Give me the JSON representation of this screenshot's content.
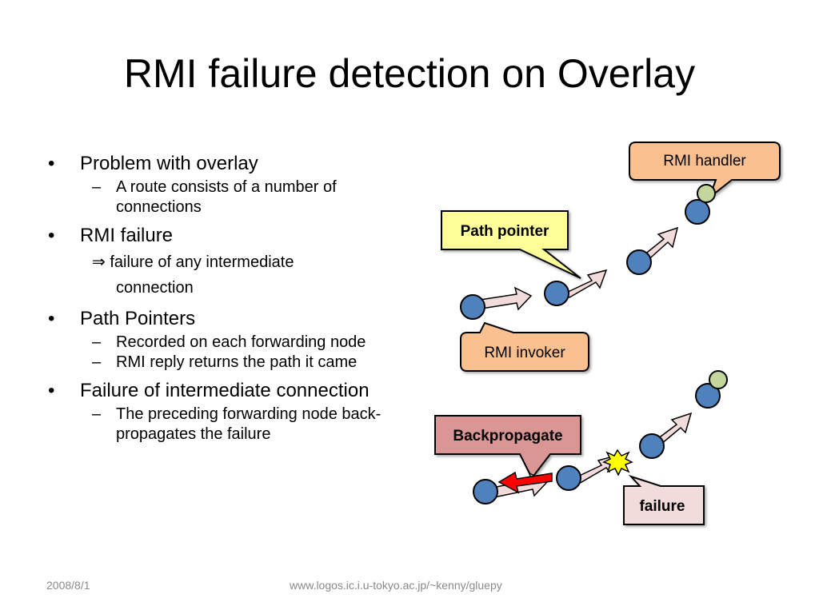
{
  "slide": {
    "title": "RMI failure detection on Overlay",
    "bullets": [
      {
        "text": "Problem with overlay",
        "subs": [
          "A route consists of a number of connections"
        ]
      },
      {
        "text": "RMI failure",
        "implication": {
          "arrow": "⇒",
          "line1": "failure of any intermediate",
          "line2": "connection"
        }
      },
      {
        "text": "Path Pointers",
        "subs": [
          "Recorded on each forwarding node",
          "RMI reply returns the path it came"
        ]
      },
      {
        "text": "Failure of intermediate connection",
        "subs": [
          "The preceding forwarding node back-propagates the failure"
        ]
      }
    ],
    "bullet_symbol": "•",
    "dash_symbol": "–"
  },
  "diagram": {
    "top": {
      "labels": {
        "rmi_handler": "RMI handler",
        "path_pointer": "Path pointer",
        "rmi_invoker": "RMI invoker"
      }
    },
    "bottom": {
      "labels": {
        "backpropagate": "Backpropagate",
        "failure": "failure"
      }
    },
    "colors": {
      "node_fill": "#4f81bd",
      "end_node_fill": "#c3d69b",
      "arrow_fill": "#f2dcdb",
      "red_arrow": "#ff0000",
      "handler_callout": "#fac090",
      "path_pointer_callout": "#ffff99",
      "backpropagate_callout": "#d99694",
      "failure_callout": "#f2dcdb",
      "burst": "#ffff00"
    }
  },
  "footer": {
    "date": "2008/8/1",
    "url": "www.logos.ic.i.u-tokyo.ac.jp/~kenny/gluepy"
  }
}
